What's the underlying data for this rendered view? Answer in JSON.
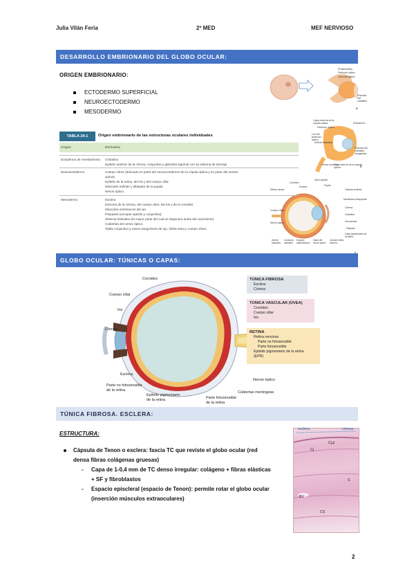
{
  "header": {
    "author": "Julia Vilán Feria",
    "course": "2º MED",
    "subject": "MEF NERVIOSO"
  },
  "sections": {
    "s1_title": "DESARROLLO EMBRIONARIO DEL GLOBO OCULAR:",
    "s2_title": "GLOBO OCULAR: TÚNICAS O CAPAS:",
    "s3_title": "TÚNICA FIBROSA. ESCLERA:"
  },
  "origin": {
    "heading": "ORIGEN EMBRIONARIO:",
    "items": [
      "ECTODERMO SUPERFICIAL",
      "NEUROECTODERMO",
      "MESODERMO"
    ]
  },
  "table": {
    "tag": "TABLA 24-1",
    "title": "Origen embrionario de las estructuras oculares individuales",
    "col_origin": "Origen",
    "col_derived": "Derivados",
    "rows": [
      {
        "origin": "Ectodermo de revestimiento",
        "derived": [
          "Cristalino",
          "Epitelio anterior de la córnea, conjuntiva y glándula lagrimal con su sistema de drenaje"
        ]
      },
      {
        "origin": "Neuroectodermo",
        "derived": [
          "Cuerpo vítreo (derivado en parte del neuroectodermo de la cúpula óptica y en parte del mesén-",
          "quima)",
          "Epitelio de la retina, del iris y del cuerpo ciliar",
          "Músculos esfínter y dilatador de la pupila",
          "Nervio óptico"
        ]
      },
      {
        "origin": "Mesodermo",
        "derived": [
          "Esclera",
          "Estroma de la córnea, del cuerpo ciliar, del iris y de la coroides",
          "Músculos extrínsecos del ojo",
          "Párpados (excepto epitelio y conjuntiva)",
          "Sistema hialoideo (la mayor parte del cual se degenera antes del nacimiento)",
          "Cubiertas del nervio óptico",
          "Tejido conjuntivo y vasos sanguíneos de ojo, órbita ósea y cuerpo vítreo"
        ]
      }
    ]
  },
  "embryo_labels": {
    "a": "a",
    "b": "b",
    "c": "c",
    "prosencefalo": "Prosencéfalo",
    "pediculo": "Pedículo óptico",
    "vesicula": "Vesícula óptica",
    "placoda": "Placoda del cristalino",
    "capa_ext": "Capa externa de la cúpula óptica",
    "pediculo2": "Pedículo óptico",
    "ectodermo": "Ectodermo",
    "luz": "Luz del pedículo óptico",
    "arteria": "Arteria hialoidea",
    "placoda_inv": "Placoda del cristalino invaginada",
    "fisura": "Fisura coroidea",
    "capa_int": "Capa interna de la cúpula óptica",
    "coroides": "Coroides",
    "saco": "Saco pupilar",
    "esclera": "Esclera",
    "pupila": "Pupila",
    "retina": "Retina neural",
    "camara_ant": "Cámara anterior",
    "membrana": "Membrana iridopupilar",
    "cornea": "Córnea",
    "cristalino": "Cristalino",
    "ora": "Ora serrata",
    "vitreo": "Cuerpo vítreo",
    "nervio": "Nervio óptico",
    "parpado": "Párpado",
    "capa_pig": "Capa pigmentaria de la retina",
    "hialoidea": "Arteria hialoidea",
    "conducto": "Conducto hialoideo",
    "esp": "Espacio intrarretiniano",
    "vaina": "Vaina del nervio óptico",
    "camara_ext": "Cámara vítrea externa"
  },
  "eye_labels": {
    "coroides": "Coroides",
    "cuerpo_ciliar": "Cuerpo ciliar",
    "iris": "Iris",
    "cornea": "Córnea",
    "esclera": "Esclera",
    "parte_no_foto": "Parte no fotosensible\nde la retina",
    "epitelio": "Epitelio pigmentario\nde la retina",
    "parte_foto": "Parte fotosensible\nde la retina",
    "cubiertas": "Cubiertas meníngeas",
    "nervio": "Nervio óptico"
  },
  "tunicas": {
    "fibrosa_title": "TÚNICA FIBROSA",
    "fibrosa_items": [
      "Esclera",
      "Córnea"
    ],
    "vascular_title": "TÚNICA VASCULAR (ÚVEA)",
    "vascular_items": [
      "Coroides",
      "Cuerpo ciliar",
      "Iris"
    ],
    "retina_title": "RETINA",
    "retina_items": [
      "Retina nerviosa",
      "Parte no fotosensible",
      "Parte fotosensible",
      "Epitelio pigmentario de la retina",
      "(EPR)"
    ]
  },
  "estructura": {
    "heading": "ESTRUCTURA:",
    "bullet1": "Cápsula de Tenon o esclera: fascia TC que reviste el globo ocular (red",
    "bullet1_cont": "densa fibras colágenas gruesas)",
    "sub1": "Capa de 1-0,4 mm de TC denso irregular: colágeno + fibras elásticas",
    "sub1_cont": "+ SF y fibroblastos",
    "sub2": "Espacio episcleral (espacio de Tenon): permite rotar el globo ocular",
    "sub2_cont": "(inserción músculos extraoculares)"
  },
  "histo_labels": {
    "esclera": "esclera",
    "cornea": "córnea",
    "cj": "Cj",
    "cjep": "Cj,p",
    "s": "S",
    "bv": "BV",
    "cs": "CS"
  },
  "page_number": "2",
  "colors": {
    "accent_bar": "#4472c4",
    "light_bar": "#dae3f1",
    "fibrosa_box": "#dfe3ea",
    "vascular_box": "#f3dde3",
    "retina_box": "#fbe6b9",
    "table_tag": "#2e6e8e"
  }
}
